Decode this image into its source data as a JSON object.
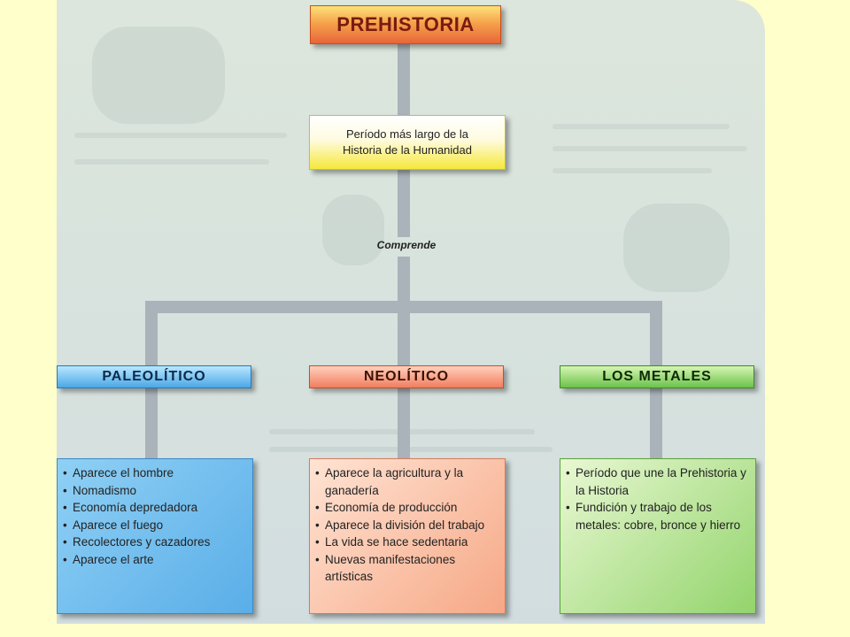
{
  "title": "PREHISTORIA",
  "definition": {
    "line1": "Período más largo de la",
    "line2": "Historia de la Humanidad"
  },
  "connector_label": "Comprende",
  "stages": [
    {
      "name": "PALEOLÍTICO",
      "items": [
        "Aparece el hombre",
        "Nomadismo",
        "Economía depredadora",
        "Aparece el fuego",
        "Recolectores y cazadores",
        "Aparece el arte"
      ]
    },
    {
      "name": "NEOLÍTICO",
      "items": [
        "Aparece la agricultura y la ganadería",
        "Economía de producción",
        "Aparece la división del trabajo",
        "La vida se hace sedentaria",
        "Nuevas manifestaciones artísticas"
      ]
    },
    {
      "name": "LOS METALES",
      "items": [
        "Período que une la Prehistoria y la Historia",
        "Fundición y trabajo de los metales: cobre, bronce y hierro"
      ]
    }
  ],
  "colors": {
    "background": "#ffffcc",
    "title": "#e8643a",
    "definition": "#f5e83a",
    "paleolitico": "#4aa8e6",
    "neolitico": "#f27d5e",
    "metales": "#6cc24a",
    "connector": "#a9b3b9"
  }
}
